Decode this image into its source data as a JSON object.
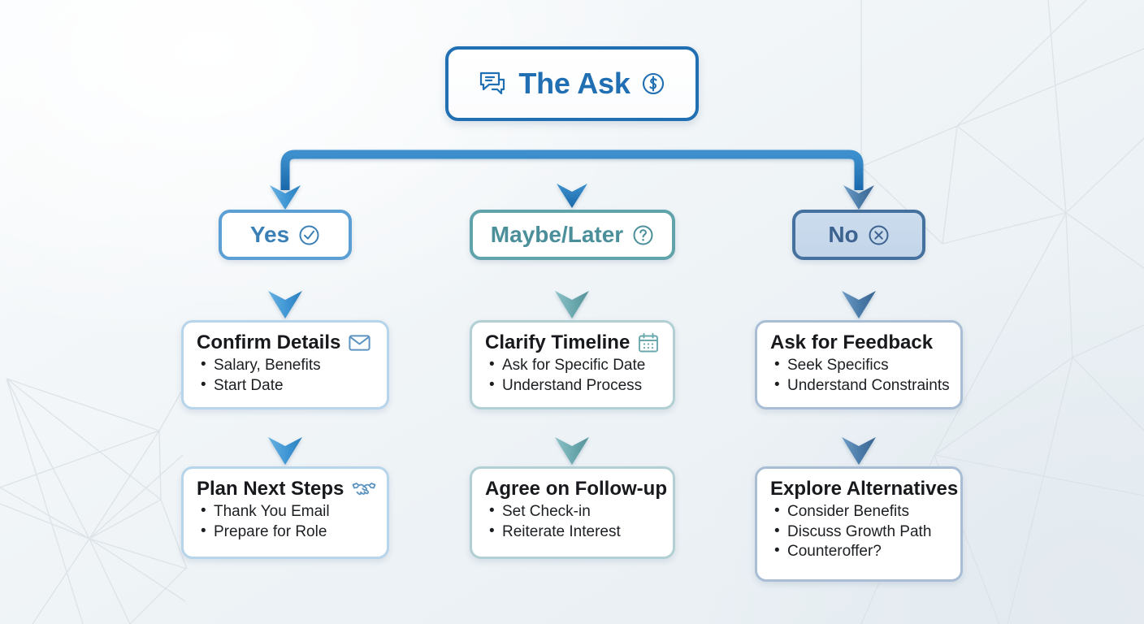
{
  "diagram": {
    "title": "The Ask decision flowchart",
    "colors": {
      "root_border": "#1f6fb2",
      "root_text": "#1f6fb2",
      "yes_border": "#5b9fd4",
      "yes_text": "#3a7fb5",
      "maybe_border": "#61a3ab",
      "maybe_text": "#4a8f99",
      "no_border": "#45719f",
      "no_text": "#3c6290",
      "no_fill": "#c9d8eb",
      "arrow_yes": "#3f96d4",
      "arrow_maybe": "#6aa8ae",
      "arrow_no": "#4a7aa8",
      "trunk": "#2276b8",
      "card_text": "#17191c",
      "background": "#eef3f6"
    },
    "root": {
      "label": "The Ask",
      "left_icon": "chat-bubbles-icon",
      "right_icon": "dollar-circle-icon"
    },
    "branches": [
      {
        "key": "yes",
        "decision": {
          "label": "Yes",
          "icon": "check-circle-icon"
        },
        "steps": [
          {
            "title": "Confirm Details",
            "icon": "envelope-icon",
            "items": [
              "Salary, Benefits",
              "Start Date"
            ]
          },
          {
            "title": "Plan Next Steps",
            "icon": "handshake-icon",
            "items": [
              "Thank You Email",
              "Prepare for Role"
            ]
          }
        ]
      },
      {
        "key": "maybe",
        "decision": {
          "label": "Maybe/Later",
          "icon": "question-circle-icon"
        },
        "steps": [
          {
            "title": "Clarify Timeline",
            "icon": "calendar-icon",
            "items": [
              "Ask for Specific Date",
              "Understand Process"
            ]
          },
          {
            "title": "Agree on Follow-up",
            "icon": "",
            "items": [
              "Set Check-in",
              "Reiterate Interest"
            ]
          }
        ]
      },
      {
        "key": "no",
        "decision": {
          "label": "No",
          "icon": "x-circle-icon"
        },
        "steps": [
          {
            "title": "Ask for Feedback",
            "icon": "",
            "items": [
              "Seek Specifics",
              "Understand Constraints"
            ]
          },
          {
            "title": "Explore Alternatives",
            "icon": "",
            "items": [
              "Consider Benefits",
              "Discuss Growth Path",
              "Counteroffer?"
            ]
          }
        ]
      }
    ]
  }
}
